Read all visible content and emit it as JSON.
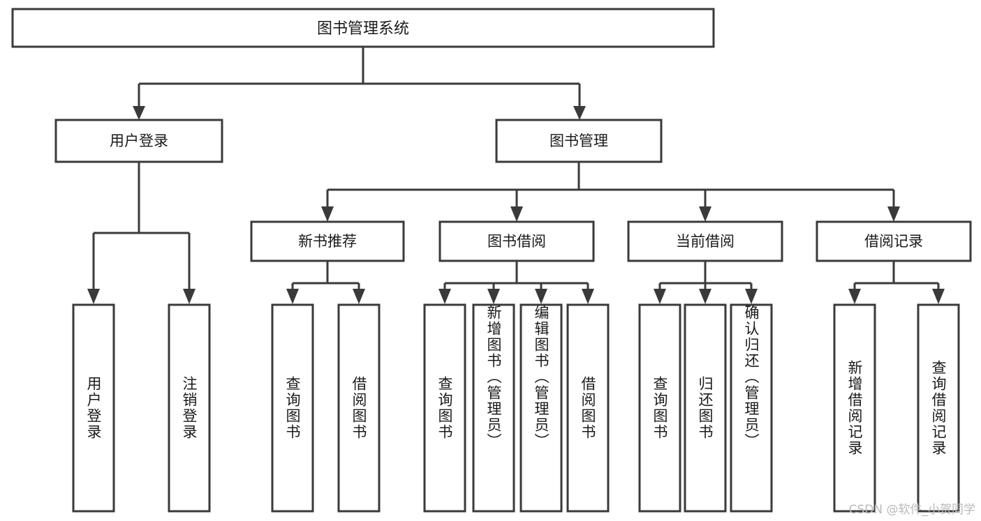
{
  "diagram": {
    "title": "图书管理系统",
    "type": "tree",
    "colors": {
      "box_stroke": "#3a3a3a",
      "box_fill": "#ffffff",
      "line": "#3a3a3a",
      "text": "#1a1a1a",
      "background": "#ffffff",
      "watermark": "#b9b9b9"
    },
    "root": {
      "label": "图书管理系统"
    },
    "level2": [
      {
        "id": "user-login",
        "label": "用户登录"
      },
      {
        "id": "book-manage",
        "label": "图书管理"
      }
    ],
    "level3": [
      {
        "id": "new-book-recommend",
        "label": "新书推荐",
        "parent": "book-manage"
      },
      {
        "id": "book-borrow",
        "label": "图书借阅",
        "parent": "book-manage"
      },
      {
        "id": "current-borrow",
        "label": "当前借阅",
        "parent": "book-manage"
      },
      {
        "id": "borrow-record",
        "label": "借阅记录",
        "parent": "book-manage"
      }
    ],
    "leaves": {
      "user-login": [
        {
          "id": "leaf-user-login",
          "label": "用户登录"
        },
        {
          "id": "leaf-logout",
          "label": "注销登录"
        }
      ],
      "new-book-recommend": [
        {
          "id": "leaf-query-book-1",
          "label": "查询图书"
        },
        {
          "id": "leaf-borrow-book-1",
          "label": "借阅图书"
        }
      ],
      "book-borrow": [
        {
          "id": "leaf-query-book-2",
          "label": "查询图书"
        },
        {
          "id": "leaf-add-book",
          "label": "新增图书（管理员）"
        },
        {
          "id": "leaf-edit-book",
          "label": "编辑图书（管理员）"
        },
        {
          "id": "leaf-borrow-book-2",
          "label": "借阅图书"
        }
      ],
      "current-borrow": [
        {
          "id": "leaf-query-book-3",
          "label": "查询图书"
        },
        {
          "id": "leaf-return-book",
          "label": "归还图书"
        },
        {
          "id": "leaf-confirm-return",
          "label": "确认归还（管理员）"
        }
      ],
      "borrow-record": [
        {
          "id": "leaf-add-record",
          "label": "新增借阅记录"
        },
        {
          "id": "leaf-query-record",
          "label": "查询借阅记录"
        }
      ]
    },
    "watermark": "CSDN @软件_小贺同学"
  }
}
